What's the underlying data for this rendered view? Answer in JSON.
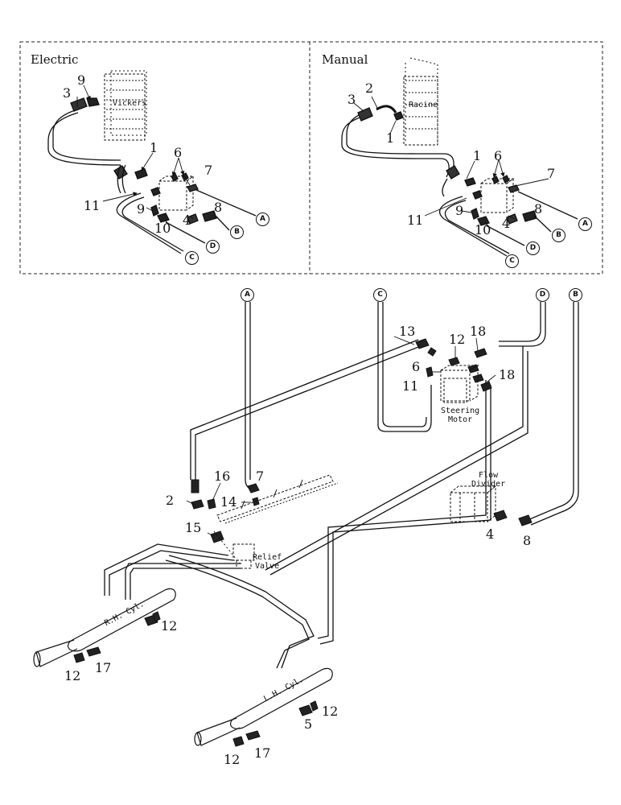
{
  "panels": {
    "electric_title": "Electric",
    "manual_title": "Manual"
  },
  "components": {
    "vickers": "Vickers",
    "racine": "Racine",
    "steering_motor": "Steering\nMotor",
    "flow_divider": "Flow\nDivider",
    "relief_valve": "Relief\nValve",
    "rh_cyl": "R.H. Cyl.",
    "lh_cyl": "L.H. Cyl."
  },
  "connectors": {
    "a": "A",
    "b": "B",
    "c": "C",
    "d": "D"
  },
  "callouts": {
    "electric": [
      "9",
      "3",
      "1",
      "6",
      "7",
      "11",
      "9",
      "10",
      "4",
      "8"
    ],
    "manual": [
      "2",
      "3",
      "1",
      "1",
      "6",
      "7",
      "11",
      "9",
      "10",
      "4",
      "8"
    ],
    "main": [
      "13",
      "12",
      "18",
      "6",
      "11",
      "18",
      "16",
      "7",
      "2",
      "14",
      "15",
      "4",
      "8",
      "12",
      "12",
      "17",
      "12",
      "5",
      "12",
      "17"
    ]
  }
}
